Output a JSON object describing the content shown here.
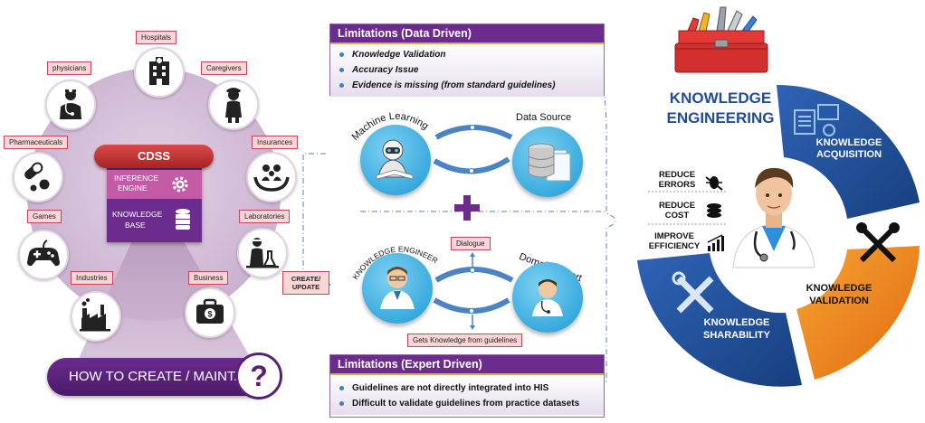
{
  "left": {
    "cdss_title": "CDSS",
    "inference_line1": "INFERENCE",
    "inference_line2": "ENGINE",
    "kb_line1": "KNOWLEDGE",
    "kb_line2": "BASE",
    "how_to": "HOW TO CREATE / MAINTAIN",
    "question_mark": "?",
    "sectors": [
      {
        "label": "Hospitals",
        "icon": "hospital-icon"
      },
      {
        "label": "Caregivers",
        "icon": "nurse-icon"
      },
      {
        "label": "Insurances",
        "icon": "family-hands-icon"
      },
      {
        "label": "Laboratories",
        "icon": "lab-icon"
      },
      {
        "label": "Business",
        "icon": "briefcase-icon"
      },
      {
        "label": "Industries",
        "icon": "factory-icon"
      },
      {
        "label": "Games",
        "icon": "gamepad-icon"
      },
      {
        "label": "Pharmaceuticals",
        "icon": "pills-icon"
      },
      {
        "label": "physicians",
        "icon": "doctor-icon"
      }
    ]
  },
  "middle": {
    "data_driven_title": "Limitations (Data Driven)",
    "data_driven_items": [
      "Knowledge Validation",
      "Accuracy Issue",
      "Evidence is missing (from standard guidelines)"
    ],
    "expert_driven_title": "Limitations (Expert Driven)",
    "expert_driven_items": [
      "Guidelines are not directly integrated into HIS",
      "Difficult to validate guidelines from practice datasets"
    ],
    "machine_learning": "Machine Learning",
    "data_source": "Data Source",
    "knowledge_engineer": "KNOWLEDGE ENGINEER",
    "domain_expert": "Domain Expert",
    "dialogue": "Dialogue",
    "gets_knowledge": "Gets Knowledge from guidelines",
    "create_update_1": "CREATE/",
    "create_update_2": "UPDATE",
    "plus": "+"
  },
  "right": {
    "title_line1": "KNOWLEDGE",
    "title_line2": "ENGINEERING",
    "acquisition_1": "KNOWLEDGE",
    "acquisition_2": "ACQUISITION",
    "validation_1": "KNOWLEDGE",
    "validation_2": "VALIDATION",
    "sharability_1": "KNOWLEDGE",
    "sharability_2": "SHARABILITY",
    "impacts": [
      {
        "line1": "REDUCE",
        "line2": "ERRORS",
        "icon": "bug-icon"
      },
      {
        "line1": "REDUCE",
        "line2": "COST",
        "icon": "coins-icon"
      },
      {
        "line1": "IMPROVE",
        "line2": "EFFICIENCY",
        "icon": "growth-chart-icon"
      }
    ]
  },
  "colors": {
    "purple": "#6b2c8e",
    "lavender": "#d6c2da",
    "crimson": "#c0392b",
    "blue": "#1f4e96",
    "orange": "#f08a1c"
  }
}
